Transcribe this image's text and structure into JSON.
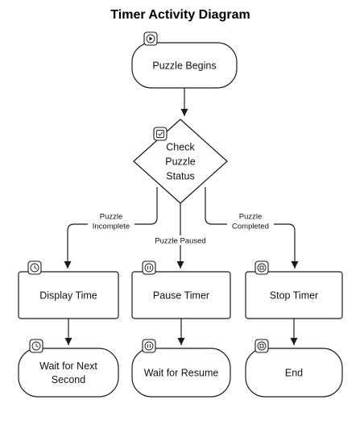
{
  "title": "Timer Activity Diagram",
  "nodes": [
    {
      "id": "puzzle-begins",
      "label": [
        "Puzzle Begins"
      ],
      "shape": "rounded",
      "icon": "play-icon"
    },
    {
      "id": "check-puzzle-status",
      "label": [
        "Check",
        "Puzzle",
        "Status"
      ],
      "shape": "diamond",
      "icon": "checkbox-icon"
    },
    {
      "id": "display-time",
      "label": [
        "Display Time"
      ],
      "shape": "rect",
      "icon": "clock-icon"
    },
    {
      "id": "pause-timer",
      "label": [
        "Pause Timer"
      ],
      "shape": "rect",
      "icon": "pause-icon"
    },
    {
      "id": "stop-timer",
      "label": [
        "Stop Timer"
      ],
      "shape": "rect",
      "icon": "stop-icon"
    },
    {
      "id": "wait-for-next-second",
      "label": [
        "Wait for Next",
        "Second"
      ],
      "shape": "rounded",
      "icon": "clock-icon"
    },
    {
      "id": "wait-for-resume",
      "label": [
        "Wait for Resume"
      ],
      "shape": "rounded",
      "icon": "pause-icon"
    },
    {
      "id": "end",
      "label": [
        "End"
      ],
      "shape": "rounded",
      "icon": "stop-icon"
    }
  ],
  "edges": [
    {
      "from": "puzzle-begins",
      "to": "check-puzzle-status",
      "label": []
    },
    {
      "from": "check-puzzle-status",
      "to": "display-time",
      "label": [
        "Puzzle",
        "Incomplete"
      ]
    },
    {
      "from": "check-puzzle-status",
      "to": "pause-timer",
      "label": [
        "Puzzle Paused"
      ]
    },
    {
      "from": "check-puzzle-status",
      "to": "stop-timer",
      "label": [
        "Puzzle",
        "Completed"
      ]
    },
    {
      "from": "display-time",
      "to": "wait-for-next-second",
      "label": []
    },
    {
      "from": "pause-timer",
      "to": "wait-for-resume",
      "label": []
    },
    {
      "from": "stop-timer",
      "to": "end",
      "label": []
    }
  ]
}
